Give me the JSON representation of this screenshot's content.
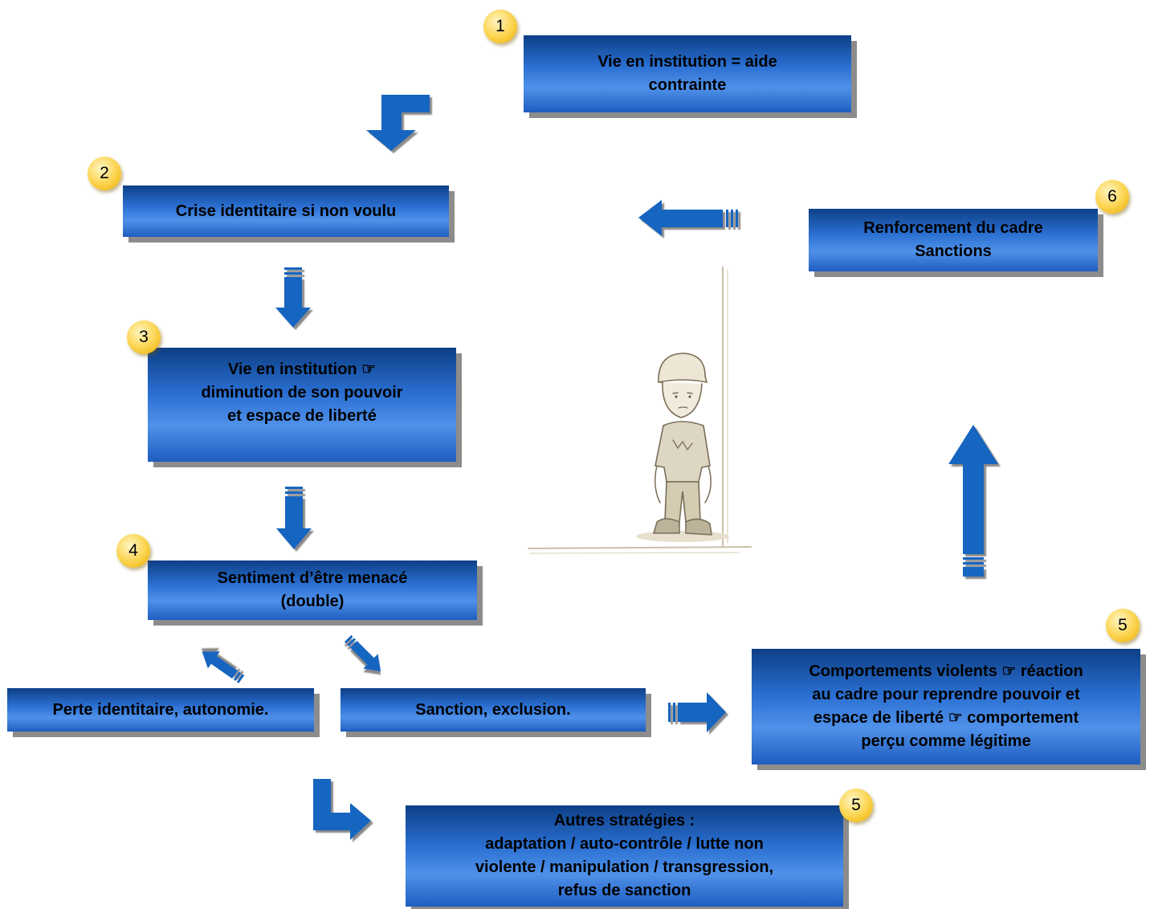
{
  "steps": [
    {
      "number": "1",
      "lines": [
        "Vie en institution = aide",
        "contrainte"
      ]
    },
    {
      "number": "2",
      "lines": [
        "Crise identitaire si non voulu"
      ]
    },
    {
      "number": "3",
      "lines": [
        "Vie en institution ☞",
        "diminution de son pouvoir",
        "et espace de liberté"
      ]
    },
    {
      "number": "4",
      "lines": [
        "Sentiment d’être menacé",
        "(double)"
      ]
    },
    {
      "number": "5",
      "lines": [
        "Comportements violents ☞ réaction",
        "au cadre pour reprendre pouvoir et",
        "espace de liberté ☞ comportement",
        "perçu comme légitime"
      ]
    },
    {
      "number": "5",
      "lines": [
        "Autres stratégies :",
        "adaptation / auto-contrôle / lutte non",
        "violente / manipulation / transgression,",
        "refus de sanction"
      ]
    },
    {
      "number": "6",
      "lines": [
        "Renforcement du cadre",
        "Sanctions"
      ]
    }
  ],
  "outcomes": {
    "left": "Perte identitaire, autonomie.",
    "right": "Sanction, exclusion."
  },
  "colors": {
    "box": "#2a6fd1",
    "arrow": "#1565c0",
    "badge": "#fbd24a",
    "shadow": "#8c8c8c"
  },
  "illustration": "boy-leaning-against-wall-sketch"
}
